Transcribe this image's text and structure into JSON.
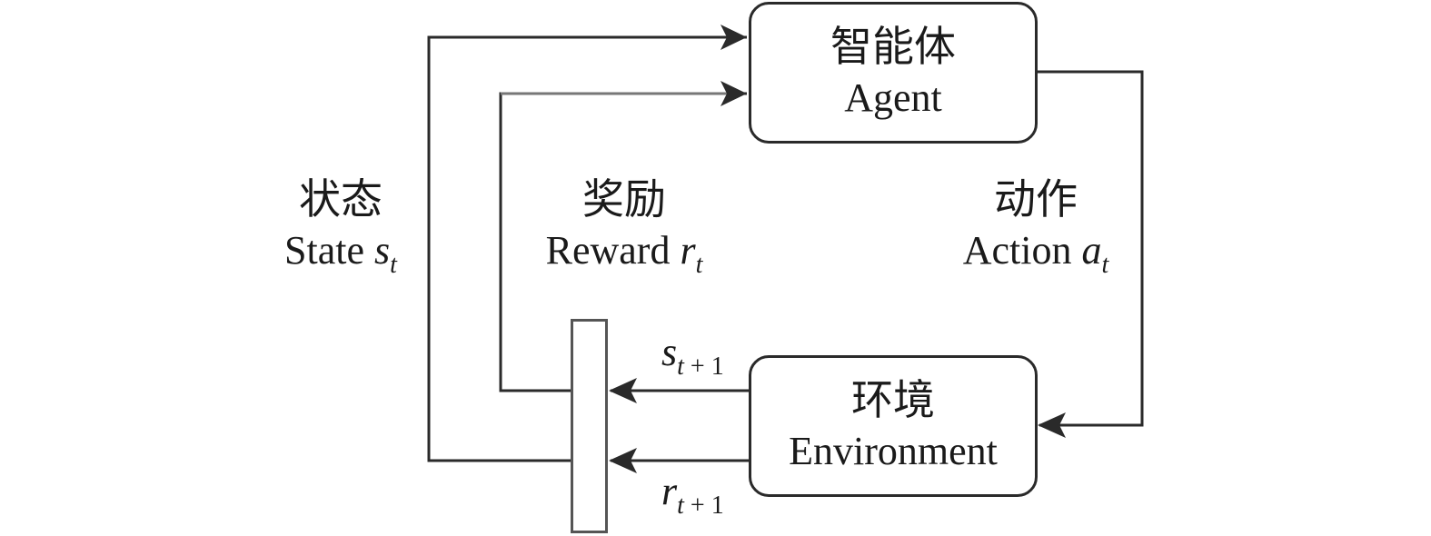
{
  "agent": {
    "label_zh": "智能体",
    "label_en": "Agent"
  },
  "environment": {
    "label_zh": "环境",
    "label_en": "Environment"
  },
  "state": {
    "label_zh": "状态",
    "label_en": "State",
    "symbol": "s",
    "subscript": "t"
  },
  "reward": {
    "label_zh": "奖励",
    "label_en": "Reward",
    "symbol": "r",
    "subscript": "t"
  },
  "action": {
    "label_zh": "动作",
    "label_en": "Action",
    "symbol": "a",
    "subscript": "t"
  },
  "next_state": {
    "symbol": "s",
    "subscript_var": "t",
    "subscript_rest": " + 1"
  },
  "next_reward": {
    "symbol": "r",
    "subscript_var": "t",
    "subscript_rest": " + 1"
  },
  "colors": {
    "line": "#2a2a2a",
    "reward_line": "#777777",
    "interpreter_border": "#555555"
  }
}
